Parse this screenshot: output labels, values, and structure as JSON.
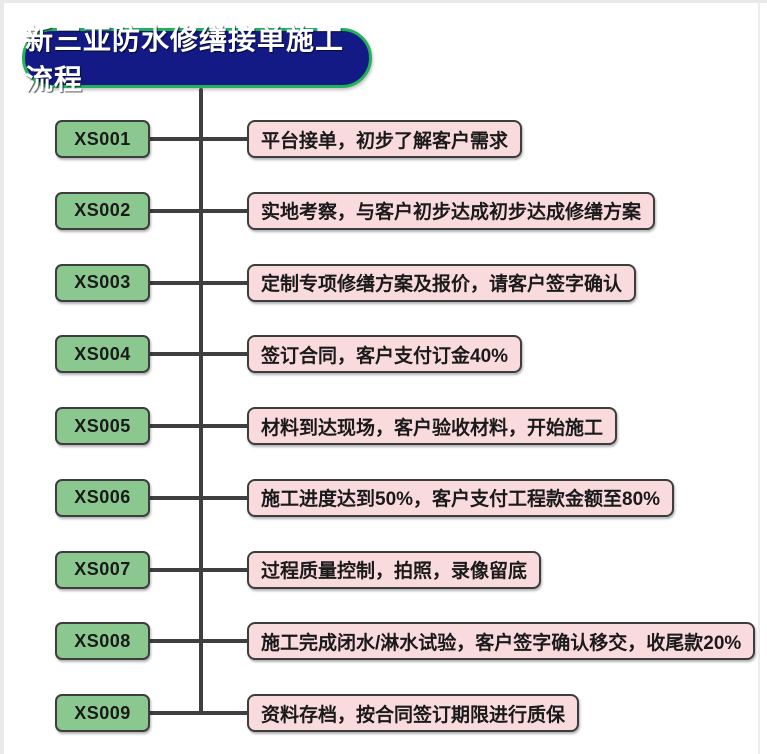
{
  "title": "新三亚防水修缮接单施工流程",
  "colors": {
    "canvas_bg": "#ffffff",
    "frame_edge": "#e9e9e9",
    "title_bg": "#131a86",
    "title_border": "#22b15a",
    "title_text": "#ffffff",
    "code_bg": "#8bc88f",
    "label_bg": "#f9dadd",
    "node_border": "#3d3d3d",
    "line": "#3f3f3f",
    "text": "#1a1a1a"
  },
  "steps": [
    {
      "code": "XS001",
      "label": "平台接单，初步了解客户需求"
    },
    {
      "code": "XS002",
      "label": "实地考察，与客户初步达成初步达成修缮方案"
    },
    {
      "code": "XS003",
      "label": "定制专项修缮方案及报价，请客户签字确认"
    },
    {
      "code": "XS004",
      "label": "签订合同，客户支付订金40%"
    },
    {
      "code": "XS005",
      "label": "材料到达现场，客户验收材料，开始施工"
    },
    {
      "code": "XS006",
      "label": "施工进度达到50%，客户支付工程款金额至80%"
    },
    {
      "code": "XS007",
      "label": "过程质量控制，拍照，录像留底"
    },
    {
      "code": "XS008",
      "label": "施工完成闭水/淋水试验，客户签字确认移交，收尾款20%"
    },
    {
      "code": "XS009",
      "label": "资料存档，按合同签订期限进行质保"
    }
  ]
}
